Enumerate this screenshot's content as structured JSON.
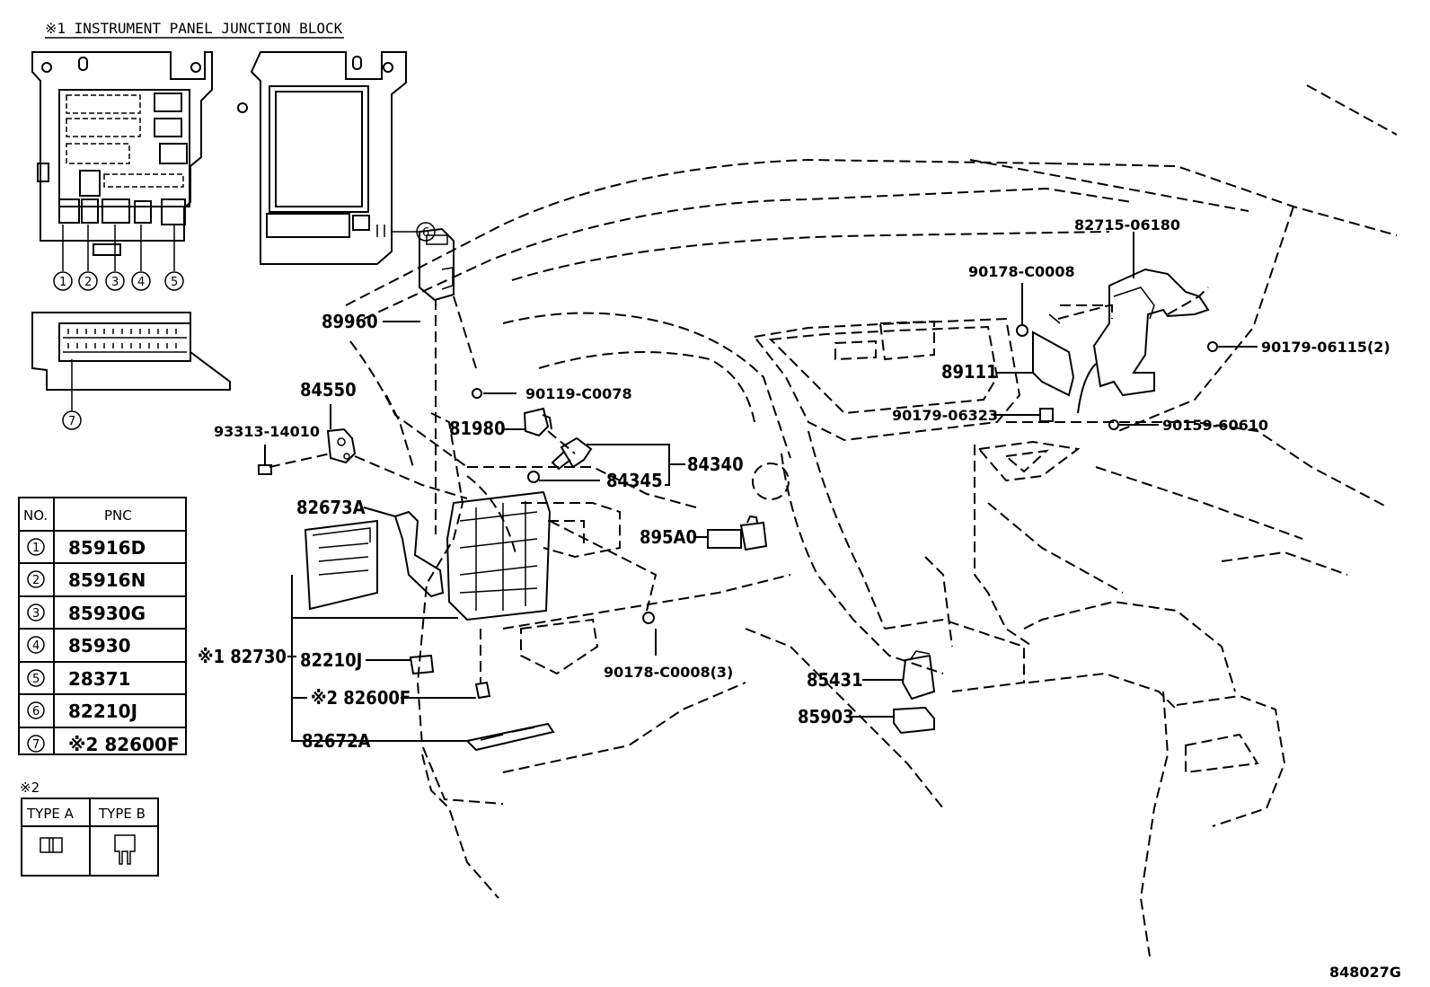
{
  "header": {
    "title": "※1 INSTRUMENT PANEL JUNCTION BLOCK"
  },
  "markers": [
    "1",
    "2",
    "3",
    "4",
    "5",
    "6",
    "7"
  ],
  "table": {
    "col_no": "NO.",
    "col_pnc": "PNC",
    "rows": [
      {
        "no": "1",
        "pnc": "85916D"
      },
      {
        "no": "2",
        "pnc": "85916N"
      },
      {
        "no": "3",
        "pnc": "85930G"
      },
      {
        "no": "4",
        "pnc": "85930"
      },
      {
        "no": "5",
        "pnc": "28371"
      },
      {
        "no": "6",
        "pnc": "82210J"
      },
      {
        "no": "7",
        "pnc": "※2 82600F"
      }
    ]
  },
  "type_table": {
    "note": "※2",
    "type_a": "TYPE A",
    "type_b": "TYPE B"
  },
  "callouts": {
    "c89960": "89960",
    "c84550": "84550",
    "c93313": "93313-14010",
    "c90119": "90119-C0078",
    "c81980": "81980",
    "c84340": "84340",
    "c84345": "84345",
    "c82673A": "82673A",
    "c895A0": "895A0",
    "c90178b": "90178-C0008(3)",
    "c82730": "※1 82730",
    "c82210J": "82210J",
    "c82600F": "※2 82600F",
    "c82672A": "82672A",
    "c85431": "85431",
    "c85903": "85903",
    "c82715": "82715-06180",
    "c90178a": "90178-C0008",
    "c89111": "89111",
    "c90179a": "90179-06115(2)",
    "c90179b": "90179-06323",
    "c90159": "90159-60610"
  },
  "figure_id": "848027G"
}
